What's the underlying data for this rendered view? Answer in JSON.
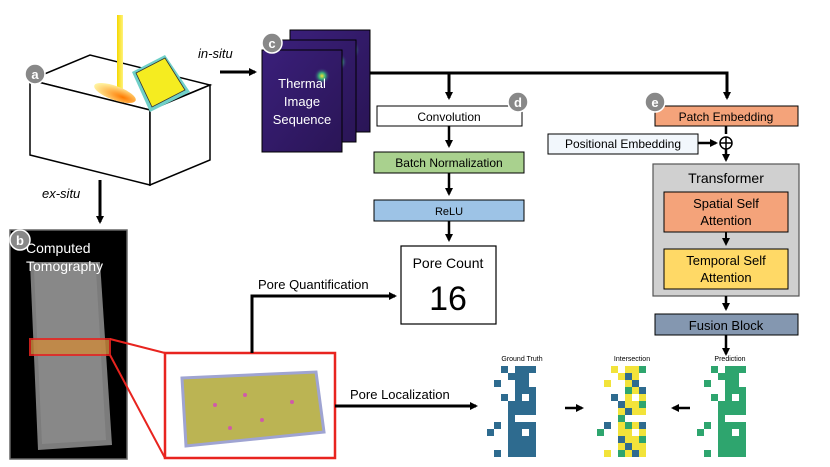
{
  "labels": {
    "a": "a",
    "b": "b",
    "c": "c",
    "d": "d",
    "e": "e"
  },
  "flow": {
    "in_situ": "in-situ",
    "ex_situ": "ex-situ",
    "pore_quantification": "Pore Quantification",
    "pore_localization": "Pore Localization"
  },
  "thermal": {
    "line1": "Thermal",
    "line2": "Image",
    "line3": "Sequence"
  },
  "ct": {
    "line1": "Computed",
    "line2": "Tomography"
  },
  "cnn": {
    "convolution": "Convolution",
    "batch_norm": "Batch Normalization",
    "relu": "ReLU",
    "pore_count_title": "Pore Count",
    "pore_count_value": "16"
  },
  "transformer": {
    "patch_embedding": "Patch Embedding",
    "positional_embedding": "Positional Embedding",
    "plus_symbol": "⊕",
    "title": "Transformer",
    "spatial_line1": "Spatial Self",
    "spatial_line2": "Attention",
    "temporal_line1": "Temporal Self",
    "temporal_line2": "Attention",
    "fusion": "Fusion Block"
  },
  "maps": {
    "ground_truth": "Ground Truth",
    "intersection": "Intersection",
    "prediction": "Prediction"
  },
  "colors": {
    "patch_embedding": "#f4a37a",
    "batch_norm": "#a9d18e",
    "relu": "#9dc3e6",
    "positional": "#f2f7fc",
    "transformer_bg": "#d0d0d0",
    "spatial": "#f4a37a",
    "temporal": "#ffd966",
    "fusion": "#8497b0",
    "gt_pixel": "#2e6b8f",
    "pred_pixel": "#2ea56e",
    "intersect_pixel": "#f2e33a",
    "highlight": "#e8241f"
  }
}
